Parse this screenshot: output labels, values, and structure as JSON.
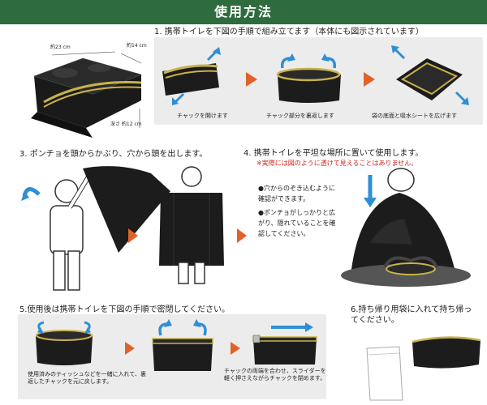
{
  "header": {
    "title": "使用方法"
  },
  "step1": {
    "title": "1. 携帯トイレを下図の手順で組み立てます（本体にも図示されています）",
    "dim_width": "約23 cm",
    "dim_depth": "約14 cm",
    "dim_height": "深さ 約12 cm",
    "captions": [
      "チャックを開けます",
      "チャック部分を裏返します",
      "袋の底面と吸水シートを広げます"
    ]
  },
  "step3": {
    "title": "3. ポンチョを頭からかぶり、穴から頭を出します。"
  },
  "step4": {
    "title": "4. 携帯トイレを平坦な場所に置いて使用します。",
    "note": "※実際には図のように透けて見えることはありません。",
    "bullets": [
      "●穴からのぞき込むように確認ができます。",
      "●ポンチョがしっかりと広がり、隠れていることを確認してください。"
    ]
  },
  "step5": {
    "title": "5.使用後は携帯トイレを下図の手順で密閉してください。",
    "caption_left": "使用済みのティッシュなどを一緒に入れて、裏返したチャックを元に戻します。",
    "caption_right": "チャックの両端を合わせ、スライダーを軽く押さえながらチャックを閉めます。"
  },
  "step6": {
    "title": "6.持ち帰り用袋に入れて持ち帰ってください。"
  },
  "colors": {
    "header": "#2e6b3d",
    "arrow_blue": "#2f8fd6",
    "step_arrow": "#e0622a",
    "note_red": "#d0241c",
    "zip_gold": "#c8b24a"
  }
}
